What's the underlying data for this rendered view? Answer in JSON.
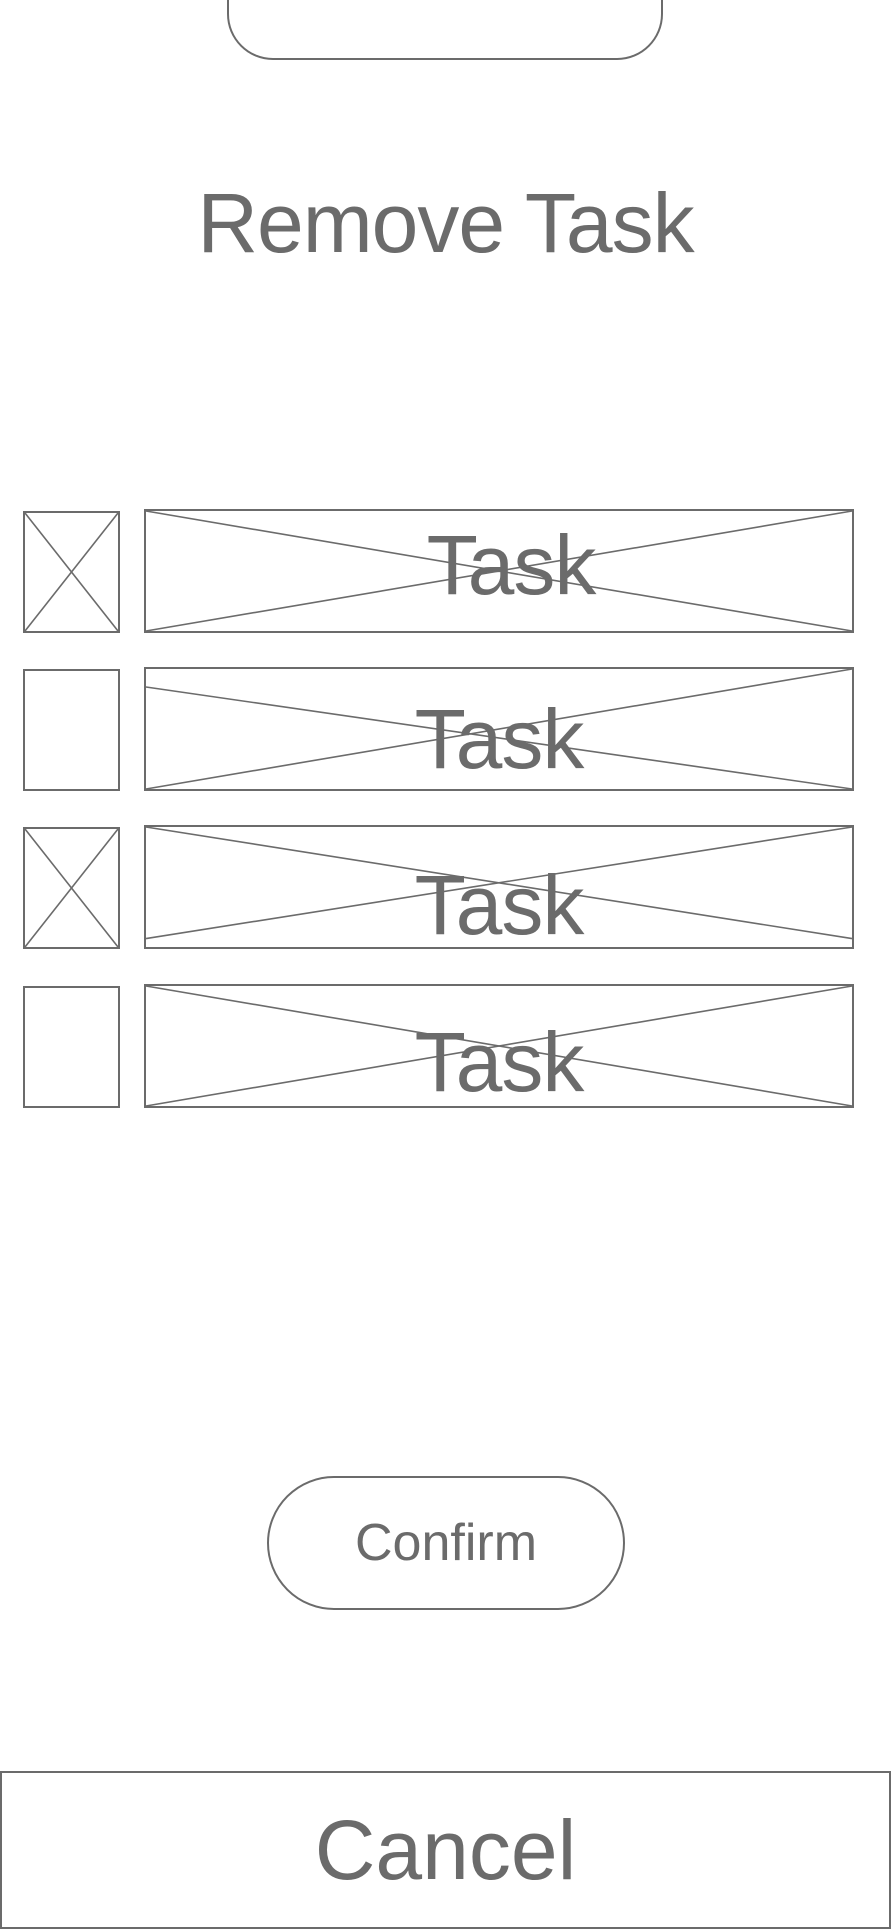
{
  "screen": {
    "title": "Remove Task"
  },
  "tasks": [
    {
      "label": "Task",
      "checked": true
    },
    {
      "label": "Task",
      "checked": false
    },
    {
      "label": "Task",
      "checked": true
    },
    {
      "label": "Task",
      "checked": false
    }
  ],
  "actions": {
    "confirm_label": "Confirm",
    "cancel_label": "Cancel"
  },
  "colors": {
    "stroke": "#6b6b6b",
    "background": "#ffffff"
  }
}
